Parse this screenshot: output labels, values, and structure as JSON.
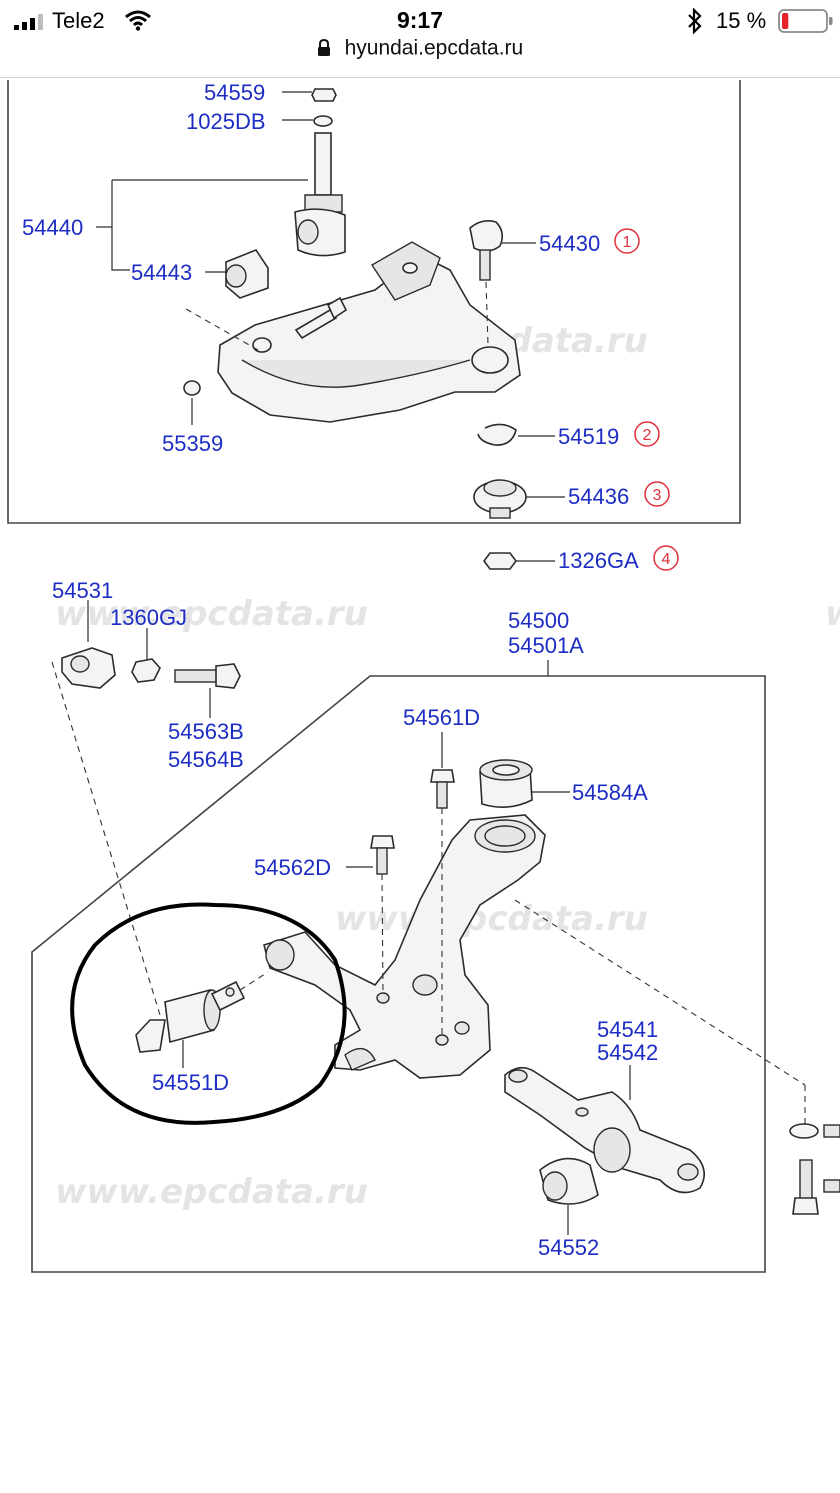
{
  "status_bar": {
    "carrier": "Tele2",
    "time": "9:17",
    "battery_percent": "15 %",
    "battery_level": 0.15,
    "battery_color": "#e3242b",
    "icons": [
      "signal-icon",
      "wifi-icon",
      "bluetooth-icon",
      "battery-icon"
    ]
  },
  "browser": {
    "url": "hyundai.epcdata.ru",
    "lock_icon": "lock-icon"
  },
  "diagram": {
    "watermark": "www.epcdata.ru",
    "label_color": "#1d2dc4",
    "ref_color": "#e0303c",
    "labels": {
      "p54559": "54559",
      "p1025DB": "1025DB",
      "p54440": "54440",
      "p54443": "54443",
      "p54430": "54430",
      "p55359": "55359",
      "p54519": "54519",
      "p54436": "54436",
      "p1326GA": "1326GA",
      "p54531": "54531",
      "p1360GJ": "1360GJ",
      "p54563B": "54563B",
      "p54564B": "54564B",
      "p54500": "54500",
      "p54501A": "54501A",
      "p54561D": "54561D",
      "p54584A": "54584A",
      "p54562D": "54562D",
      "p54551D": "54551D",
      "p54541": "54541",
      "p54542": "54542",
      "p54552": "54552"
    },
    "refs": {
      "r1": "1",
      "r2": "2",
      "r3": "3",
      "r4": "4"
    }
  }
}
